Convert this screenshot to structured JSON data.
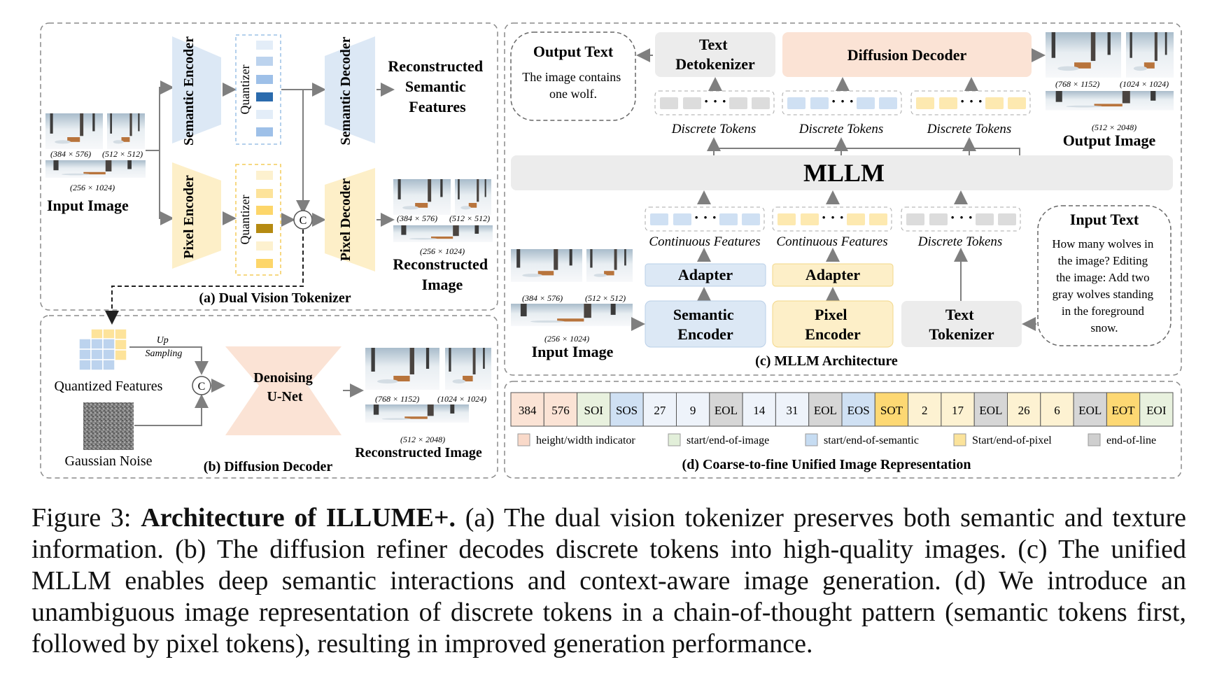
{
  "panel_a": {
    "title": "(a) Dual Vision Tokenizer",
    "semantic_encoder": "Semantic Encoder",
    "pixel_encoder": "Pixel Encoder",
    "quantizer": "Quantizer",
    "semantic_decoder": "Semantic Decoder",
    "pixel_decoder": "Pixel Decoder",
    "concat": "C",
    "recon_semantic": [
      "Reconstructed",
      "Semantic",
      "Features"
    ],
    "recon_image": [
      "Reconstructed",
      "Image"
    ],
    "input_image": "Input Image",
    "sizes": [
      "(384 × 576)",
      "(512 × 512)",
      "(256 × 1024)"
    ]
  },
  "panel_b": {
    "title": "(b) Diffusion Decoder",
    "up_sampling": [
      "Up",
      "Sampling"
    ],
    "quantized_features": "Quantized Features",
    "gaussian_noise": "Gaussian Noise",
    "denoising": [
      "Denoising",
      "U-Net"
    ],
    "recon_image": "Reconstructed Image",
    "sizes": [
      "(768 × 1152)",
      "(1024 × 1024)",
      "(512  × 2048)"
    ]
  },
  "panel_c": {
    "title": "(c) MLLM Architecture",
    "output_text_title": "Output Text",
    "output_text_body": [
      "The image contains",
      "one wolf."
    ],
    "text_detokenizer": [
      "Text",
      "Detokenizer"
    ],
    "diffusion_decoder": "Diffusion Decoder",
    "discrete_tokens": "Discrete Tokens",
    "output_image": "Output Image",
    "output_sizes": [
      "(768 × 1152)",
      "(1024 × 1024)",
      "(512 × 2048)"
    ],
    "mllm": "MLLM",
    "continuous_features": "Continuous Features",
    "adapter": "Adapter",
    "semantic_encoder": [
      "Semantic",
      "Encoder"
    ],
    "pixel_encoder": [
      "Pixel",
      "Encoder"
    ],
    "text_tokenizer": [
      "Text",
      "Tokenizer"
    ],
    "input_image": "Input Image",
    "input_sizes": [
      "(384 × 576)",
      "(512 × 512)",
      "(256 × 1024)"
    ],
    "input_text_title": "Input Text",
    "input_text_body": [
      "How many wolves in",
      "the image? Editing",
      "the image: Add two",
      "gray wolves standing",
      "in the foreground",
      "snow."
    ]
  },
  "panel_d": {
    "title": "(d) Coarse-to-fine Unified Image Representation",
    "tokens": [
      {
        "label": "384",
        "kind": "hw"
      },
      {
        "label": "576",
        "kind": "hw"
      },
      {
        "label": "SOI",
        "kind": "img"
      },
      {
        "label": "SOS",
        "kind": "sem"
      },
      {
        "label": "27",
        "kind": "plain"
      },
      {
        "label": "9",
        "kind": "plain"
      },
      {
        "label": "EOL",
        "kind": "eol"
      },
      {
        "label": "14",
        "kind": "plain"
      },
      {
        "label": "31",
        "kind": "plain"
      },
      {
        "label": "EOL",
        "kind": "eol"
      },
      {
        "label": "EOS",
        "kind": "sem"
      },
      {
        "label": "SOT",
        "kind": "pix"
      },
      {
        "label": "2",
        "kind": "plainy"
      },
      {
        "label": "17",
        "kind": "plainy"
      },
      {
        "label": "EOL",
        "kind": "eol"
      },
      {
        "label": "26",
        "kind": "plainy"
      },
      {
        "label": "6",
        "kind": "plainy"
      },
      {
        "label": "EOL",
        "kind": "eol"
      },
      {
        "label": "EOT",
        "kind": "pix"
      },
      {
        "label": "EOI",
        "kind": "img"
      }
    ],
    "legend": [
      {
        "label": "height/width indicator",
        "color": "#f9d9c9"
      },
      {
        "label": "start/end-of-image",
        "color": "#e2efd9"
      },
      {
        "label": "start/end-of-semantic",
        "color": "#c6dcf2"
      },
      {
        "label": "Start/end-of-pixel",
        "color": "#fbe39b"
      },
      {
        "label": "end-of-line",
        "color": "#cfcfcf"
      }
    ]
  },
  "caption": {
    "prefix": "Figure 3: ",
    "bold": "Architecture of ILLUME+.",
    "text": " (a) The dual vision tokenizer preserves both semantic and texture information. (b) The diffusion refiner decodes discrete tokens into high-quality images. (c) The unified MLLM enables deep semantic interactions and context-aware image generation. (d) We introduce an unambiguous image representation of discrete tokens in a chain-of-thought pattern (semantic tokens first, followed by pixel tokens), resulting in improved generation performance."
  },
  "colors": {
    "semantic": "#dce8f5",
    "pixel": "#fdefc8",
    "decoder_peach": "#fbe3d5",
    "gray": "#ececec",
    "token_fill": {
      "hw": "#fbe3d5",
      "img": "#e8f1de",
      "sem": "#cfe0f3",
      "plain": "#eef3fa",
      "eol": "#d6d6d6",
      "pix": "#fdd873",
      "plainy": "#fdf2d2"
    }
  }
}
